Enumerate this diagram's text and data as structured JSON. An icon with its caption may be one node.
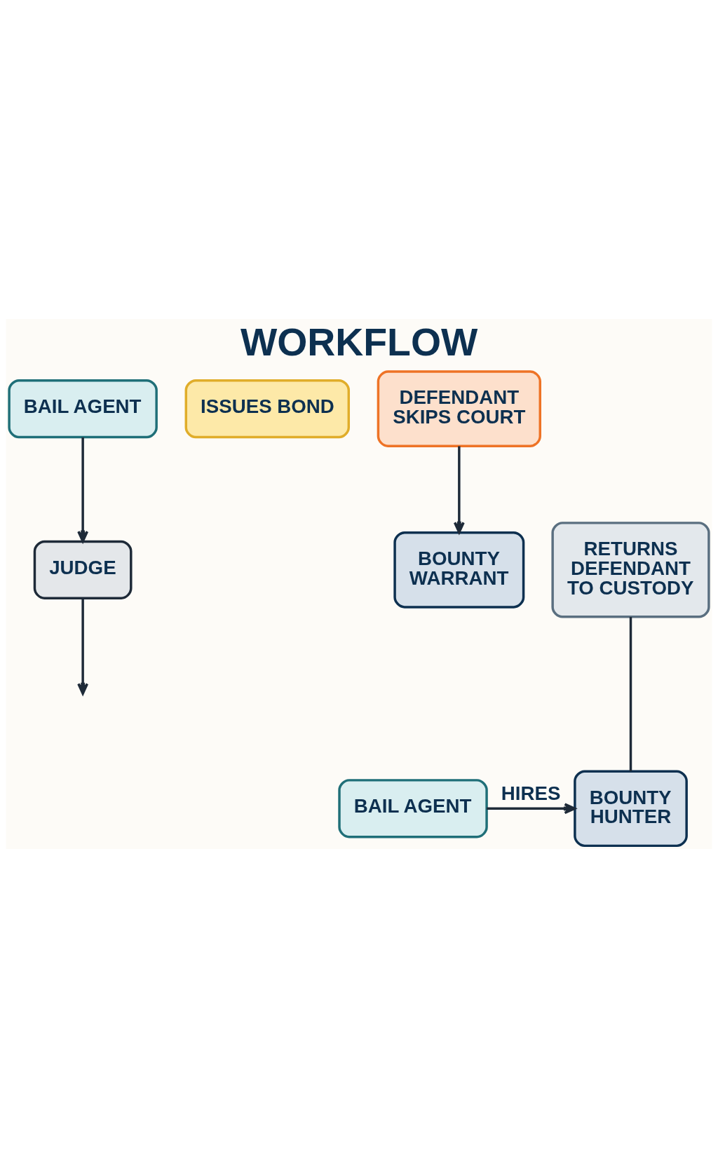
{
  "diagram": {
    "title": "WORKFLOW",
    "nodes": [
      {
        "text": [
          "BAIL AGENT"
        ]
      },
      {
        "text": [
          "ISSUES BOND"
        ]
      },
      {
        "text": [
          "DEFENDANT SKIPS COURT"
        ]
      },
      {
        "text": [
          "JUDGE"
        ]
      },
      {
        "text": [
          "BOUNTY WARRANT"
        ]
      },
      {
        "text": [
          "RETURNS DEFENDANT TO CUSTODY"
        ]
      },
      {
        "text": [
          "BAIL AGENT"
        ]
      },
      {
        "text": [
          "BOUNTY HUNTER"
        ]
      }
    ],
    "edges": [
      {
        "from": 0,
        "to": 3,
        "arrow": "to"
      },
      {
        "from": 2,
        "to": 4,
        "arrow": "to"
      },
      {
        "from": 3,
        "to": null,
        "arrow": "to"
      },
      {
        "from": 6,
        "to": 7,
        "label": "HIRES",
        "arrow": "to"
      },
      {
        "from": 5,
        "to": 7,
        "arrow": "none"
      }
    ]
  }
}
